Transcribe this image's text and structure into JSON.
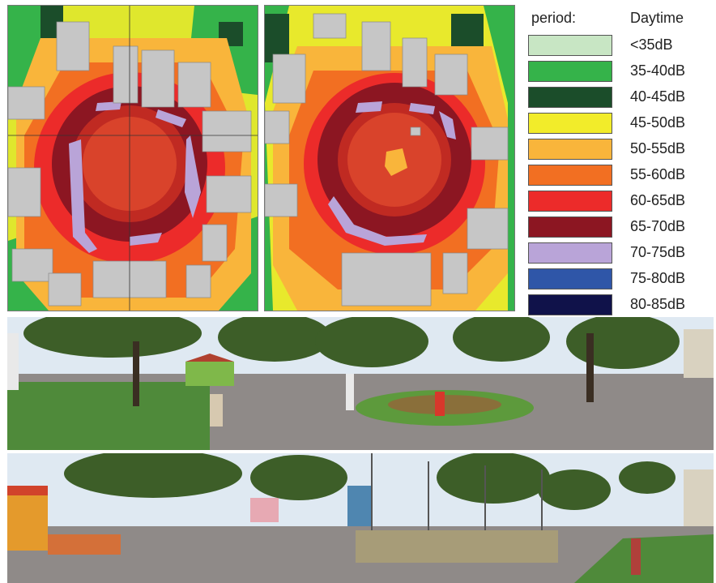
{
  "legend": {
    "period_label": "period:",
    "period_value": "Daytime",
    "items": [
      {
        "label": "<35dB",
        "color": "#c8e6c4"
      },
      {
        "label": "35-40dB",
        "color": "#35b34a"
      },
      {
        "label": "40-45dB",
        "color": "#1b4d2a"
      },
      {
        "label": "45-50dB",
        "color": "#f2ec2a"
      },
      {
        "label": "50-55dB",
        "color": "#f9b53b"
      },
      {
        "label": "55-60dB",
        "color": "#f26f22"
      },
      {
        "label": "60-65dB",
        "color": "#ec2b2a"
      },
      {
        "label": "65-70dB",
        "color": "#8c1622"
      },
      {
        "label": "70-75dB",
        "color": "#b9a4d8"
      },
      {
        "label": "75-80dB",
        "color": "#2f56a8"
      },
      {
        "label": "80-85dB",
        "color": "#10124a"
      }
    ]
  },
  "colors": {
    "building": "#c6c6c6",
    "sky": "#dfe9f2",
    "pavement": "#8f8a88",
    "grass": "#4f8a3a",
    "tree": "#3d5e28"
  }
}
